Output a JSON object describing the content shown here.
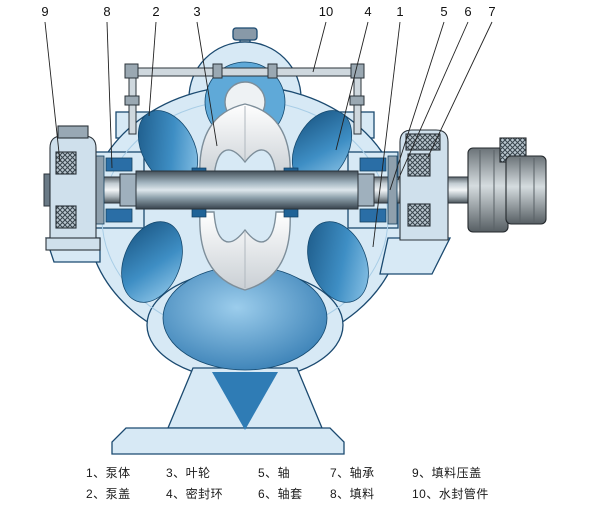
{
  "callouts": [
    "9",
    "8",
    "2",
    "3",
    "10",
    "4",
    "1",
    "5",
    "6",
    "7"
  ],
  "legend": {
    "rows": [
      [
        "1、泵体",
        "3、叶轮",
        "5、轴",
        "7、轴承",
        "9、填料压盖"
      ],
      [
        "2、泵盖",
        "4、密封环",
        "6、轴套",
        "8、填料",
        "10、水封管件"
      ]
    ]
  },
  "colors": {
    "casing_light": "#d7e9f5",
    "water_dark": "#2f7cb5",
    "water_mid": "#6fb0da",
    "metal_gray": "#9aa8b2",
    "outline": "#1b4a70"
  }
}
